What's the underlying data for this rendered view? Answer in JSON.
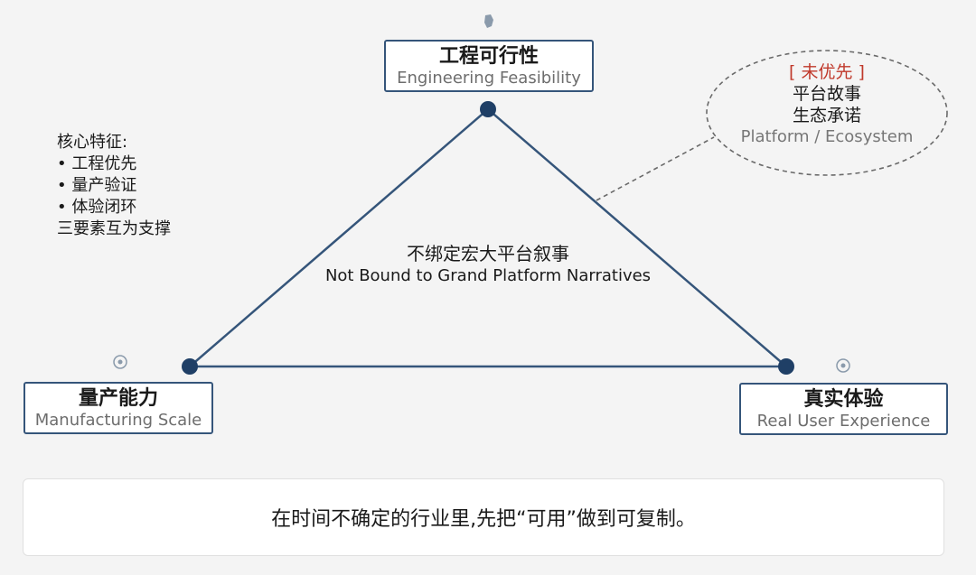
{
  "nodes": {
    "top": {
      "zh": "工程可行性",
      "en": "Engineering Feasibility"
    },
    "left": {
      "zh": "量产能力",
      "en": "Manufacturing Scale"
    },
    "right": {
      "zh": "真实体验",
      "en": "Real User Experience"
    }
  },
  "features": {
    "title": "核心特征:",
    "items": [
      "• 工程优先",
      "• 量产验证",
      "• 体验闭环"
    ],
    "footer": "三要素互为支撑"
  },
  "center": {
    "zh": "不绑定宏大平台叙事",
    "en": "Not Bound to Grand Platform Narratives"
  },
  "ellipse": {
    "tag": "[ 未优先 ]",
    "zh_lines": [
      "平台故事",
      "生态承诺"
    ],
    "en": "Platform / Ecosystem"
  },
  "bottom": {
    "text": "在时间不确定的行业里,先把“可用”做到可复制。"
  },
  "colors": {
    "line": "#35557a",
    "vertex": "#1f3f66",
    "tag": "#c0392b",
    "muted": "#777777",
    "background": "#f4f4f4"
  },
  "icons": [
    "pin-icon",
    "target-icon"
  ]
}
